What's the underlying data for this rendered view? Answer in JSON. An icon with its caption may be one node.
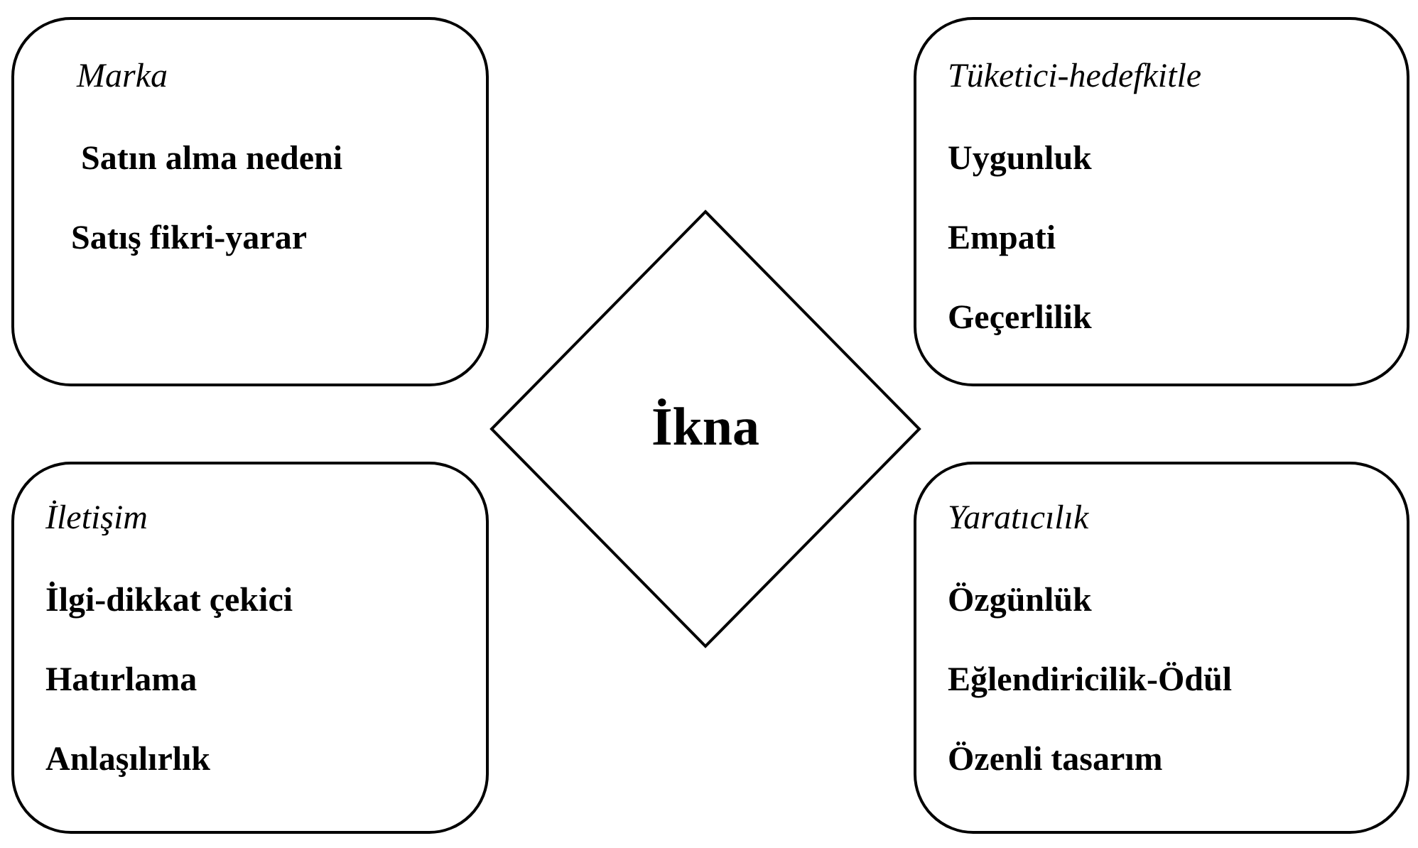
{
  "diagram": {
    "nodes": [
      {
        "text": [
          "Marka",
          "Satın alma nedeni",
          "Satış fikri-yarar"
        ]
      },
      {
        "text": [
          "Tüketici-hedefkitle",
          "Uygunluk",
          "Empati",
          "Geçerlilik"
        ]
      },
      {
        "text": [
          "İkna"
        ]
      },
      {
        "text": [
          "İletişim",
          "İlgi-dikkat çekici",
          "Hatırlama",
          "Anlaşılırlık"
        ]
      },
      {
        "text": [
          "Yaratıcılık",
          "Özgünlük",
          "Eğlendiricilik-Ödül",
          "Özenli tasarım"
        ]
      }
    ]
  }
}
